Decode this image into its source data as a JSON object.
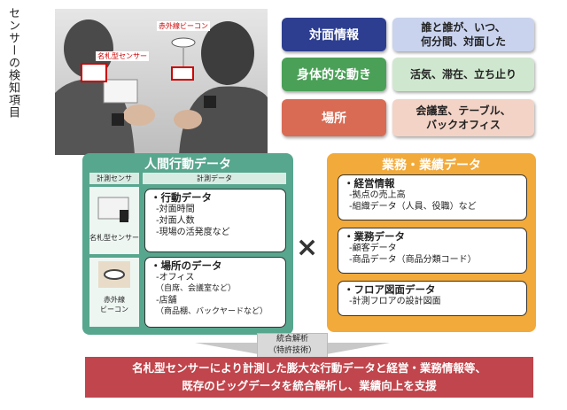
{
  "heading": "センサーの検知項目",
  "photo": {
    "name_tag_label": "名札型センサー",
    "beacon_label": "赤外線ビーコン"
  },
  "categories": [
    {
      "label": "対面情報",
      "color": "#2d3e90",
      "desc": "誰と誰が、いつ、\n何分間、対面した",
      "desc_bg": "#c9d3ee"
    },
    {
      "label": "身体的な動き",
      "color": "#4aa057",
      "desc": "活気、滞在、立ち止り",
      "desc_bg": "#cfe7cf"
    },
    {
      "label": "場所",
      "color": "#d96b55",
      "desc": "会議室、テーブル、\nバックオフィス",
      "desc_bg": "#f3d3c6"
    }
  ],
  "human": {
    "title": "人間行動データ",
    "col_sensor": "計測センサ",
    "col_data": "計測データ",
    "sensor1": "名札型センサー",
    "sensor2_line1": "赤外線",
    "sensor2_line2": "ビーコン",
    "box1": {
      "title": "・行動データ",
      "items": [
        "-対面時間",
        "-対面人数",
        "-現場の活発度など"
      ]
    },
    "box2": {
      "title": "・場所のデータ",
      "items": [
        "-オフィス",
        "（自席、会議室など）",
        "-店舗",
        "（商品棚、バックヤードなど）"
      ]
    }
  },
  "times_symbol": "×",
  "business": {
    "title": "業務・業績データ",
    "box1": {
      "title": "・経営情報",
      "items": [
        "-拠点の売上高",
        "-組織データ（人員、役職）など"
      ]
    },
    "box2": {
      "title": "・業務データ",
      "items": [
        "-顧客データ",
        "-商品データ（商品分類コード）"
      ]
    },
    "box3": {
      "title": "・フロア図面データ",
      "items": [
        "-計測フロアの設計図面"
      ]
    }
  },
  "arrow": {
    "line1": "統合解析",
    "line2": "（特許技術）"
  },
  "banner": "名札型センサーにより計測した膨大な行動データと経営・業務情報等、\n既存のビッグデータを統合解析し、業績向上を支援"
}
